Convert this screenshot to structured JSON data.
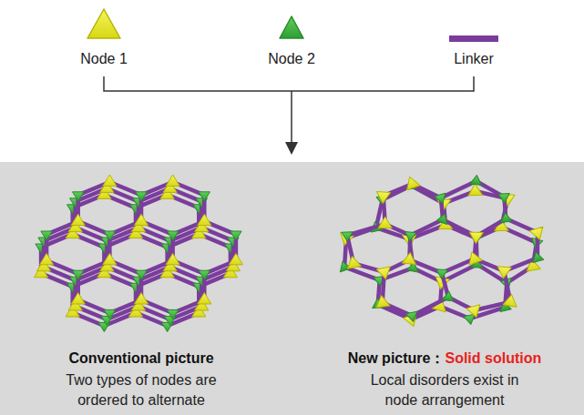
{
  "diagram": {
    "labels": [
      "Conventional picture",
      "Two types of nodes are ordered to alternate",
      "New picture：",
      "Solid solution",
      "Local disorders exist in node arrangement"
    ],
    "legend": [
      {
        "text": "Node 1"
      },
      {
        "text": "Node 2"
      },
      {
        "text": "Linker"
      }
    ]
  }
}
